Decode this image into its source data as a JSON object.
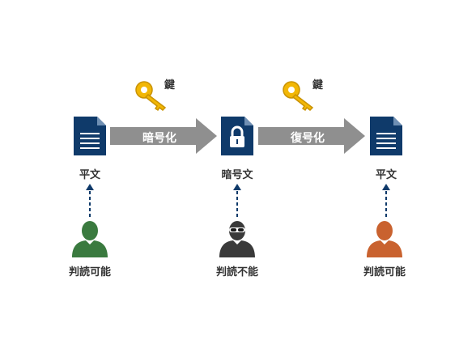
{
  "colors": {
    "document": "#0f3a6a",
    "arrow": "#8f8f8f",
    "key": "#f2b705",
    "person_left": "#3a7a3f",
    "person_middle": "#3a3a3a",
    "person_right": "#c9622f",
    "dashed_arrow": "#0f3a6a"
  },
  "keys": [
    {
      "label": "鍵",
      "icon": "key-icon"
    },
    {
      "label": "鍵",
      "icon": "key-icon"
    }
  ],
  "arrows": [
    {
      "label": "暗号化"
    },
    {
      "label": "復号化"
    }
  ],
  "documents": [
    {
      "label": "平文",
      "icon": "document-icon"
    },
    {
      "label": "暗号文",
      "icon": "locked-document-icon"
    },
    {
      "label": "平文",
      "icon": "document-icon"
    }
  ],
  "people": [
    {
      "label": "判読可能",
      "icon": "person-icon"
    },
    {
      "label": "判読不能",
      "icon": "masked-person-icon"
    },
    {
      "label": "判読可能",
      "icon": "person-icon"
    }
  ]
}
